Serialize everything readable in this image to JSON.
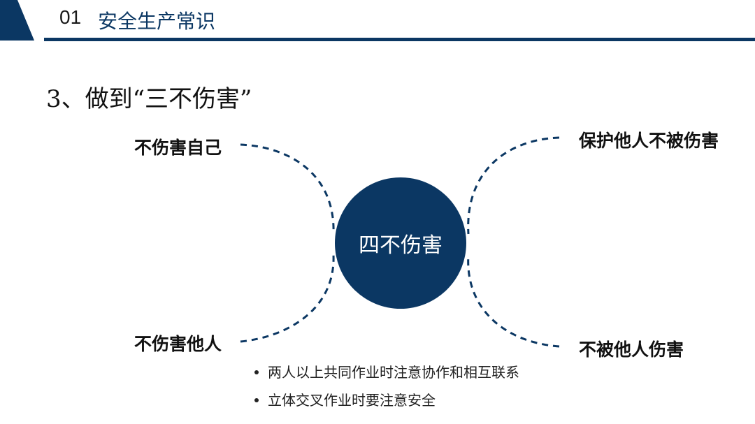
{
  "header": {
    "number": "01",
    "title": "安全生产常识",
    "accent_color": "#0b3763"
  },
  "section": {
    "title": "3、做到“三不伤害”"
  },
  "diagram": {
    "center": "四不伤害",
    "nodes": {
      "top_left": "不伤害自己",
      "bottom_left": "不伤害他人",
      "top_right": "保护他人不被伤害",
      "bottom_right": "不被他人伤害"
    }
  },
  "notes": [
    "两人以上共同作业时注意协作和相互联系",
    "立体交叉作业时要注意安全"
  ]
}
